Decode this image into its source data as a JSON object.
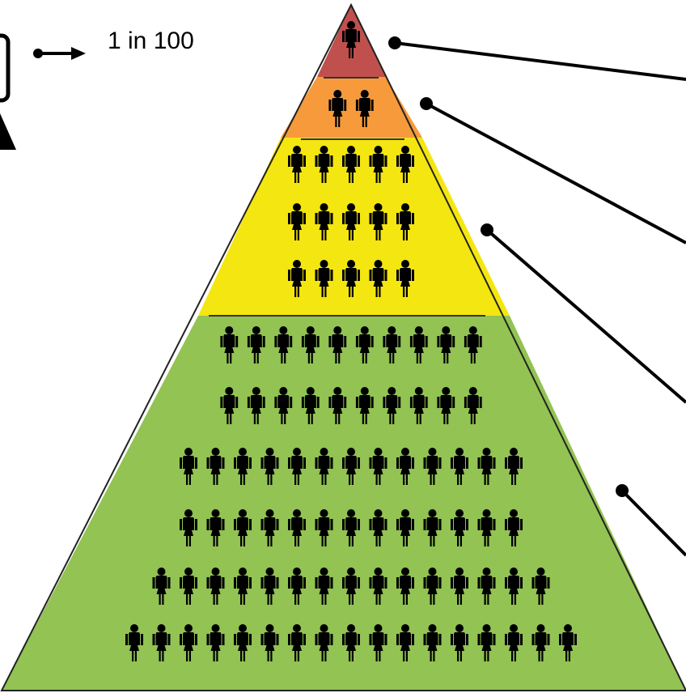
{
  "legend": {
    "label": "1 in 100",
    "icon": "person-icon"
  },
  "pyramid": {
    "tiers": [
      {
        "id": "red",
        "color": "#c0504d",
        "rows": [
          1
        ]
      },
      {
        "id": "orange",
        "color": "#f79a3b",
        "rows": [
          2
        ]
      },
      {
        "id": "yellow",
        "color": "#f4e610",
        "rows": [
          5,
          5,
          5
        ]
      },
      {
        "id": "green",
        "color": "#92c353",
        "rows": [
          10,
          10,
          13,
          13,
          15,
          17
        ]
      }
    ]
  }
}
